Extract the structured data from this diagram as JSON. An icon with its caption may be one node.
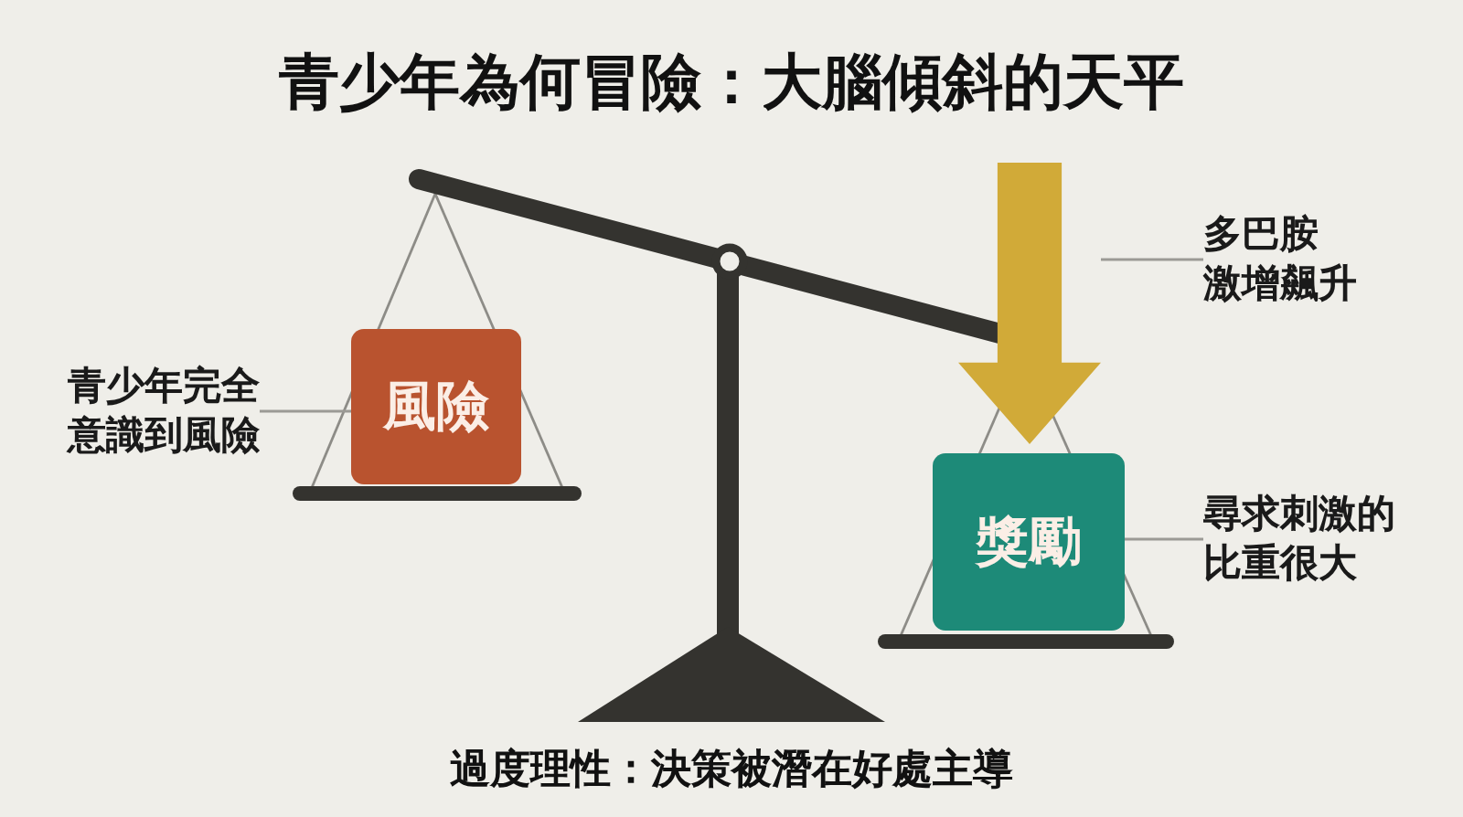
{
  "diagram": {
    "title": "青少年為何冒險：大腦傾斜的天平",
    "caption": "過度理性：決策被潛在好處主導",
    "nodes": [
      {
        "text": [
          "青少年完全意識到風險"
        ]
      },
      {
        "text": [
          "風險"
        ]
      },
      {
        "text": [],
        "shape": "arrow"
      },
      {
        "text": [
          "多巴胺激增飆升"
        ]
      },
      {
        "text": [
          "獎勵"
        ]
      },
      {
        "text": [
          "尋求刺激的比重很大"
        ]
      }
    ],
    "edges": [
      {
        "from": 0,
        "to": 1,
        "arrow": "none"
      },
      {
        "from": 3,
        "to": 2,
        "arrow": "none"
      },
      {
        "from": 5,
        "to": 4,
        "arrow": "none"
      }
    ]
  }
}
